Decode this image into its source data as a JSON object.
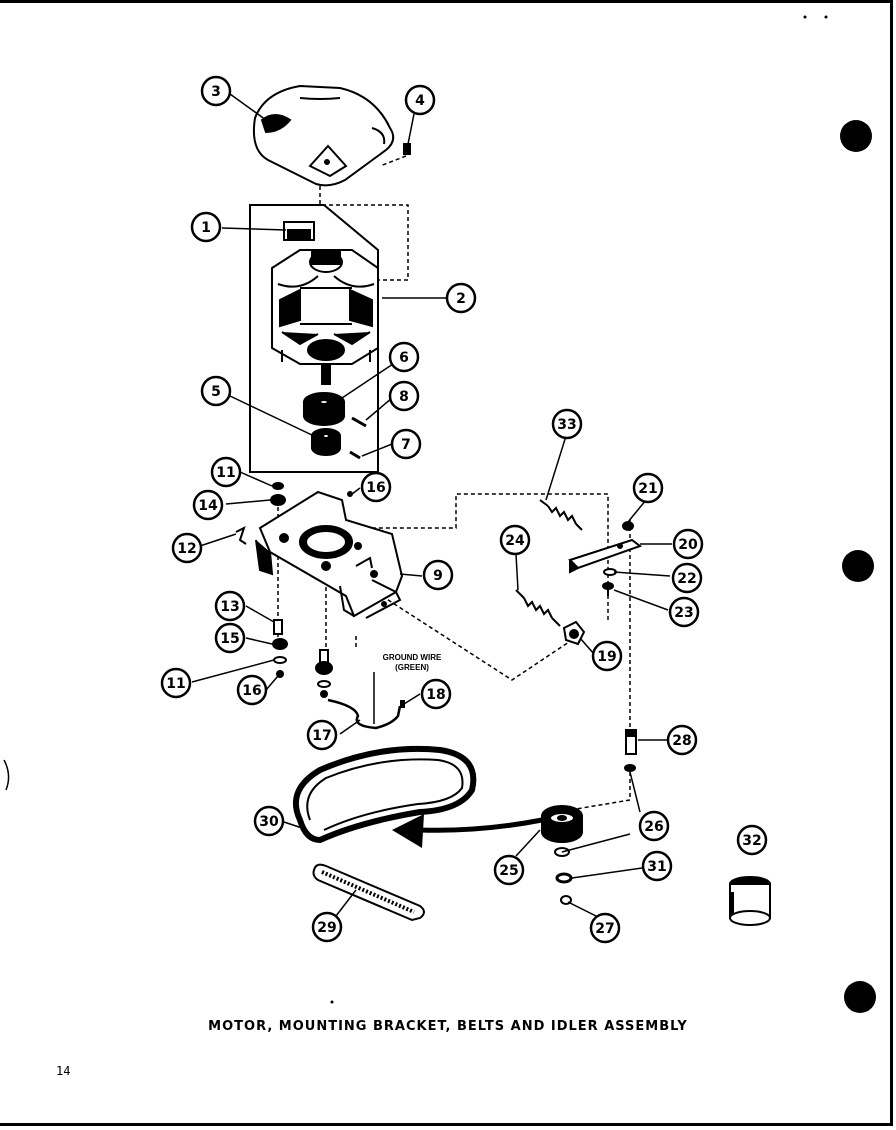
{
  "caption": "MOTOR, MOUNTING BRACKET, BELTS AND IDLER ASSEMBLY",
  "page_number": "14",
  "ground_wire_label": [
    "GROUND WIRE",
    "(GREEN)"
  ],
  "callouts": {
    "c1": "1",
    "c2": "2",
    "c3": "3",
    "c4": "4",
    "c5": "5",
    "c6": "6",
    "c7": "7",
    "c8": "8",
    "c9": "9",
    "c11a": "11",
    "c11b": "11",
    "c12": "12",
    "c13": "13",
    "c14": "14",
    "c15": "15",
    "c16a": "16",
    "c16b": "16",
    "c17": "17",
    "c18": "18",
    "c19": "19",
    "c20": "20",
    "c21": "21",
    "c22": "22",
    "c23": "23",
    "c24": "24",
    "c25": "25",
    "c26": "26",
    "c27": "27",
    "c28": "28",
    "c29": "29",
    "c30": "30",
    "c31": "31",
    "c32": "32",
    "c33": "33"
  }
}
